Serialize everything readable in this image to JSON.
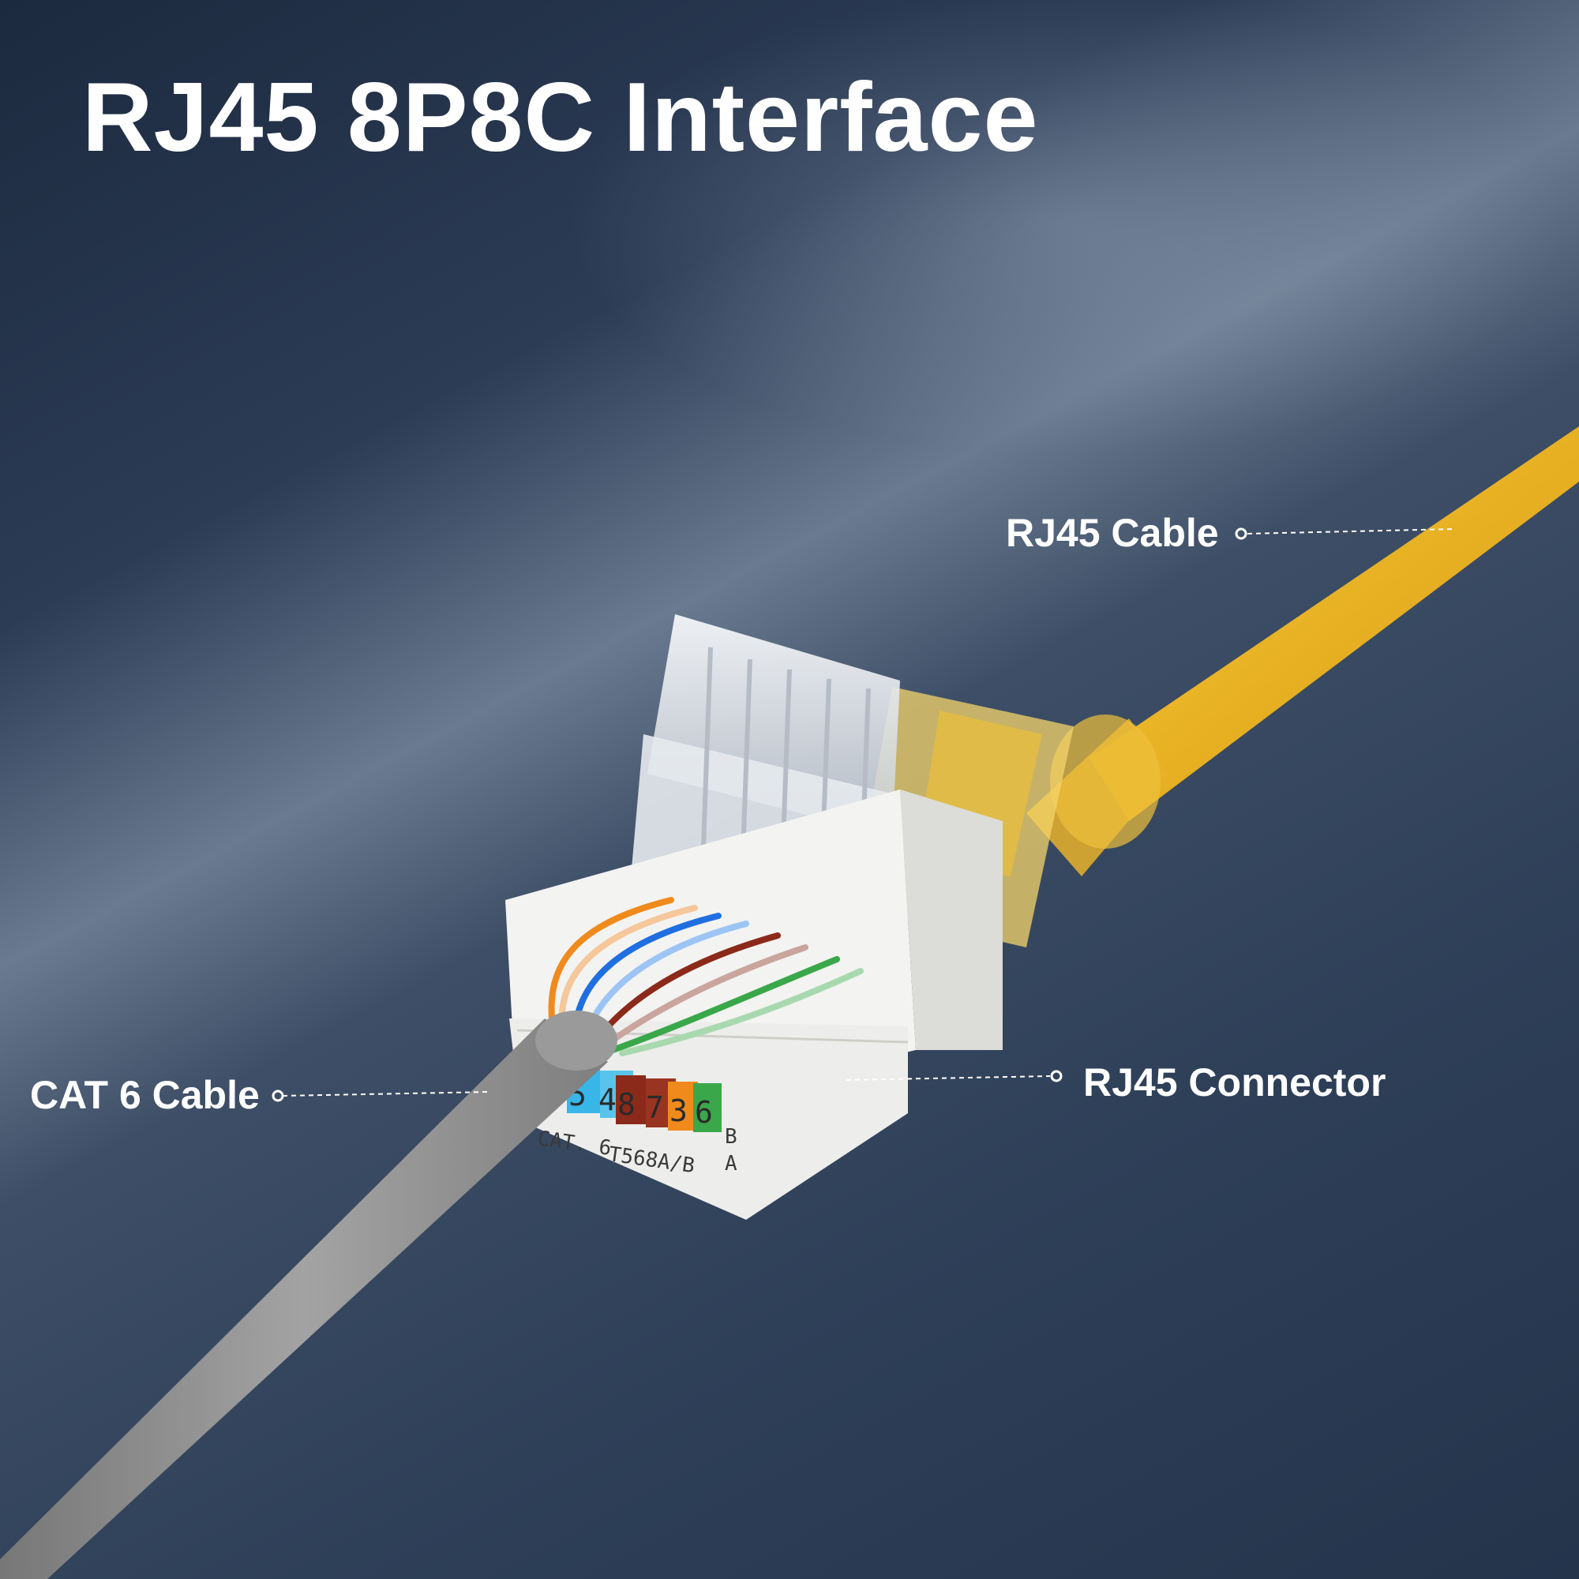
{
  "title": "RJ45 8P8C Interface",
  "callouts": {
    "rj45_cable": "RJ45 Cable",
    "cat6_cable": "CAT 6 Cable",
    "rj45_connector": "RJ45 Connector"
  },
  "keystone_markings": {
    "cat_label": "CAT. 6",
    "standard_label": "T568A/B",
    "row_b": "B",
    "row_a": "A",
    "pin_numbers": [
      "5",
      "4",
      "8",
      "7",
      "3",
      "6"
    ]
  },
  "colors": {
    "yellow_cable": "#f2b51a",
    "grey_cable": "#8e8e8e",
    "keystone_body": "#f3f3f1",
    "wire_orange": "#f08a1c",
    "wire_blue": "#1f6fe0",
    "wire_brown": "#8b2a1a",
    "wire_green": "#3aa84a"
  }
}
